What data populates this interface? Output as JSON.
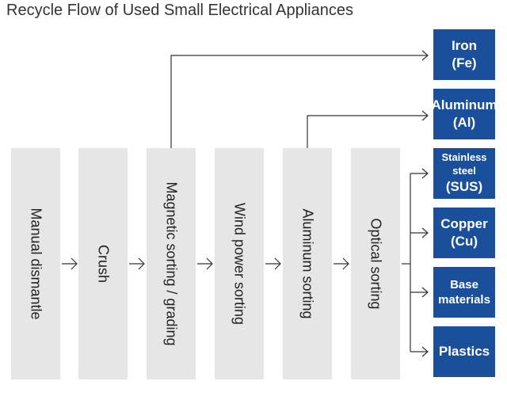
{
  "title": "Recycle Flow of Used Small Electrical Appliances",
  "steps": [
    "Manual dismantle",
    "Crush",
    "Magnetic sorting / grading",
    "Wind power sorting",
    "Aluminum sorting",
    "Optical sorting"
  ],
  "outputs": [
    {
      "line1": "Iron",
      "line2": "(Fe)"
    },
    {
      "line1": "Aluminum",
      "line2": "(Al)"
    },
    {
      "line1": "Stainless steel",
      "line2": "(SUS)"
    },
    {
      "line1": "Copper",
      "line2": "(Cu)"
    },
    {
      "line1": "Base",
      "line2": "materials"
    },
    {
      "line1": "Plastics",
      "line2": ""
    }
  ],
  "colors": {
    "step_fill": "#e6e6e6",
    "output_fill": "#1a4f9c",
    "line": "#333333"
  }
}
